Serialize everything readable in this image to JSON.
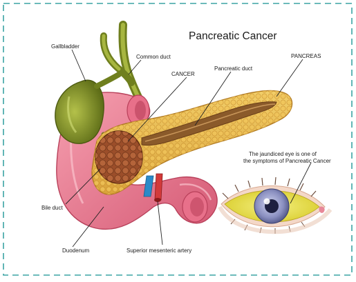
{
  "title": "Pancreatic Cancer",
  "labels": {
    "gallbladder": "Gallbladder",
    "common_duct": "Common duct",
    "cancer": "CANCER",
    "pancreatic_duct": "Pancreatic duct",
    "pancreas": "PANCREAS",
    "jaundice_line1": "The jaundiced eye is one of",
    "jaundice_line2": "the symptoms of Pancreatic Cancer",
    "bile_duct": "Bile duct",
    "duodenum": "Duodenum",
    "superior_mesenteric_artery": "Superior mesenteric artery"
  },
  "colors": {
    "border_dash": "#3aa3a3",
    "gallbladder": "#8a9a2a",
    "duodenum": "#e8708a",
    "pancreas": "#e9b84a",
    "tumor": "#a0522d",
    "sclera": "#e8e04a",
    "iris": "#8a8fc0",
    "artery": "#d23a3a",
    "vein": "#2a8ac8"
  }
}
